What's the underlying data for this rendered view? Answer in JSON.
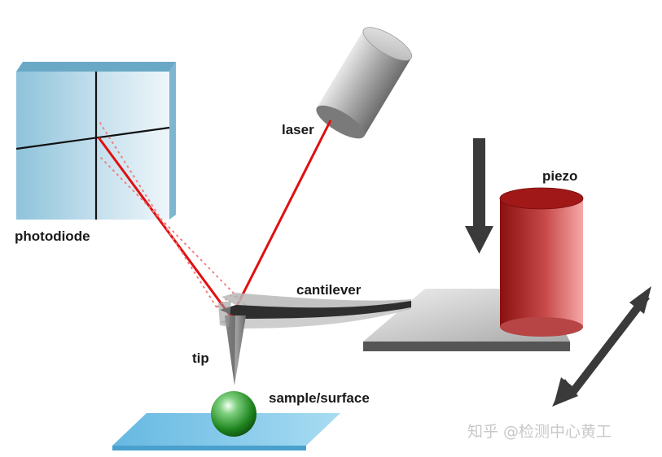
{
  "labels": {
    "photodiode": "photodiode",
    "laser": "laser",
    "piezo": "piezo",
    "cantilever": "cantilever",
    "tip": "tip",
    "sample": "sample/surface"
  },
  "watermark": "知乎 @检测中心黄工",
  "colors": {
    "beam": "#e01010",
    "beam_dotted": "#f08080",
    "photodiode": "#9ccbe0",
    "surface": "#7fc4e6",
    "piezo": "#b22a2a",
    "sphere": "#1f8a1f",
    "arrow": "#3a3a3a"
  },
  "icons": {
    "laser": "laser-cylinder",
    "piezo": "piezo-cylinder",
    "scan": "double-headed-arrow",
    "force": "down-arrow"
  }
}
